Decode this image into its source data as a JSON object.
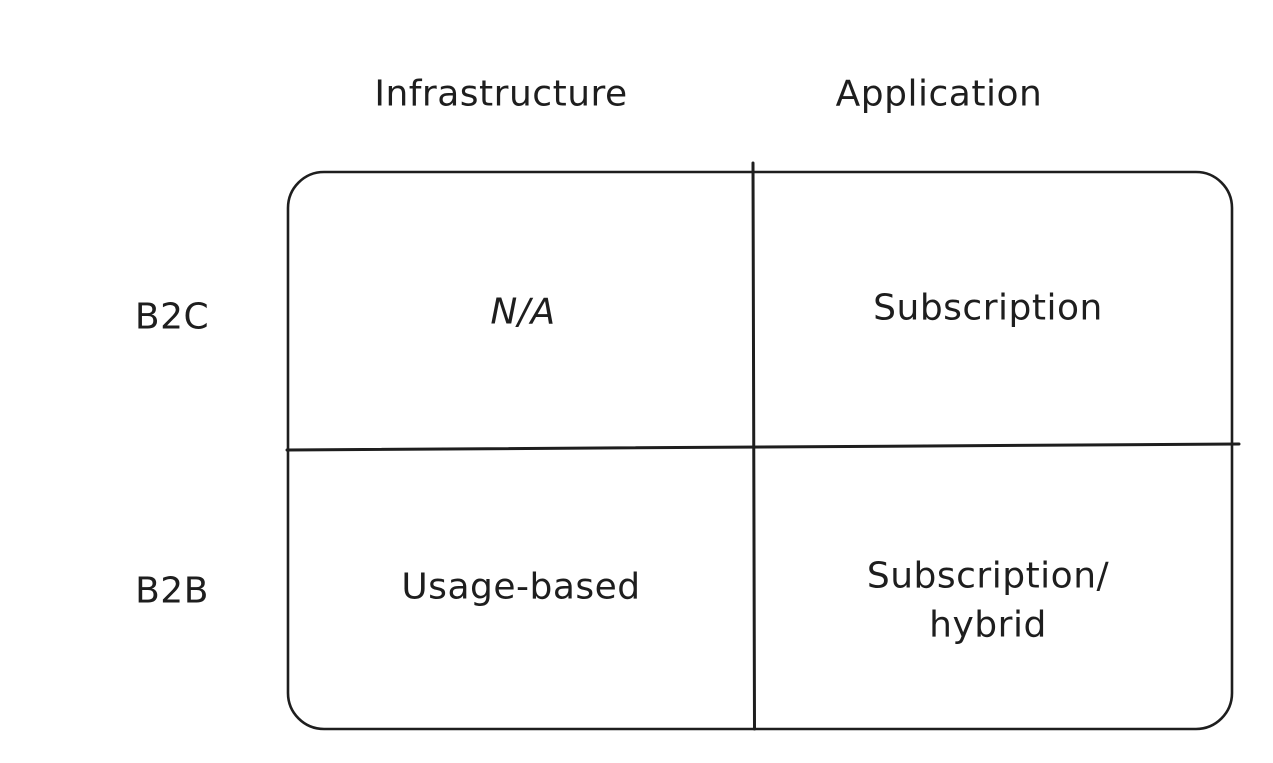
{
  "matrix": {
    "columns": [
      {
        "label": "Infrastructure"
      },
      {
        "label": "Application"
      }
    ],
    "rows": [
      {
        "label": "B2C"
      },
      {
        "label": "B2B"
      }
    ],
    "cells": [
      {
        "row": "B2C",
        "column": "Infrastructure",
        "value": "N/A"
      },
      {
        "row": "B2C",
        "column": "Application",
        "value": "Subscription"
      },
      {
        "row": "B2B",
        "column": "Infrastructure",
        "value": "Usage-based"
      },
      {
        "row": "B2B",
        "column": "Application",
        "value": "Subscription/\nhybrid"
      }
    ]
  },
  "colors": {
    "background": "#ffffff",
    "stroke": "#1e1e1e",
    "text": "#1e1e1e"
  }
}
